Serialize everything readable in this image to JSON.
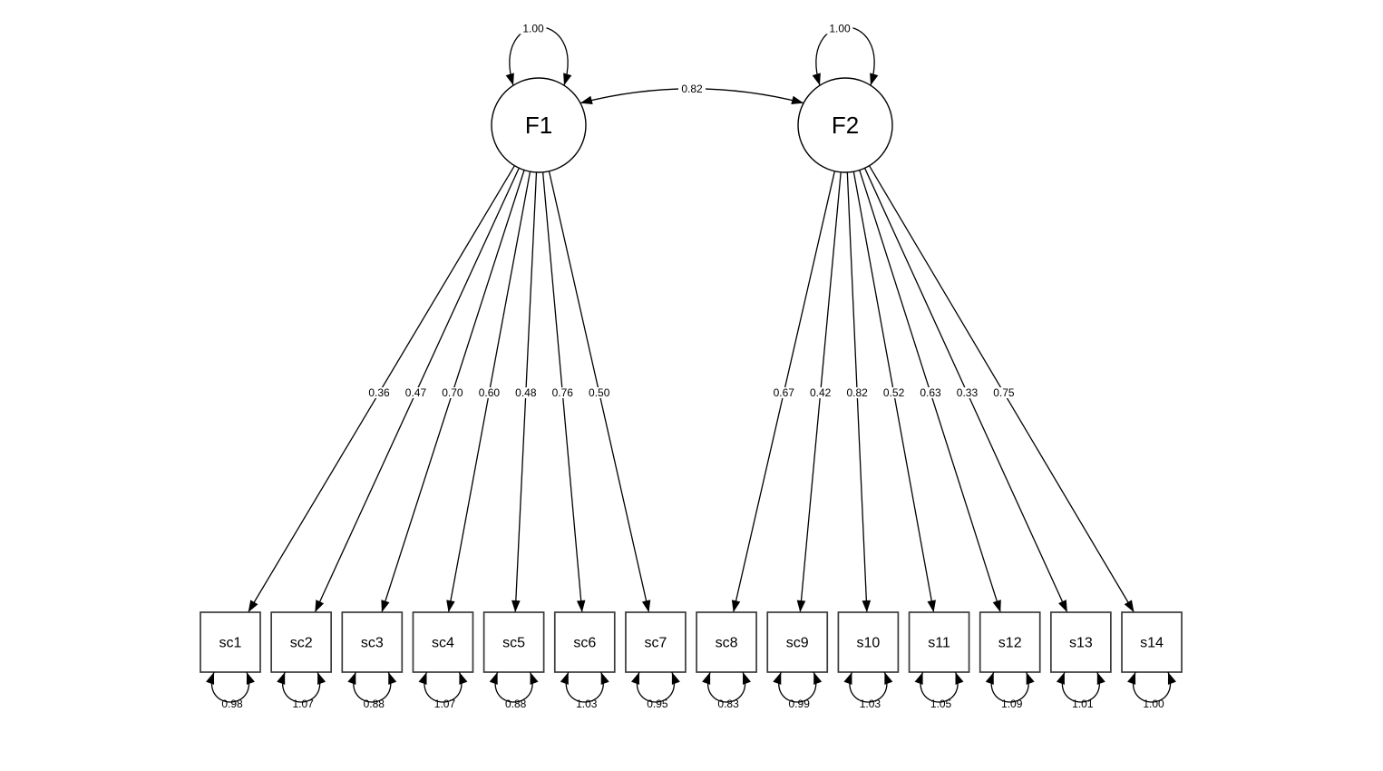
{
  "diagram": {
    "kind": "sem-path-diagram",
    "colors": {
      "background": "#ffffff",
      "edge_stroke": "#000000",
      "node_border": "#3a3a3a",
      "node_fill": "#ffffff",
      "text": "#000000"
    },
    "factors": [
      {
        "name": "F1",
        "variance": "1.00"
      },
      {
        "name": "F2",
        "variance": "1.00"
      }
    ],
    "covariance": {
      "from": "F1",
      "to": "F2",
      "value": "0.82"
    },
    "indicators": [
      {
        "name": "sc1",
        "factor": "F1",
        "loading": "0.36",
        "residual": "0.98"
      },
      {
        "name": "sc2",
        "factor": "F1",
        "loading": "0.47",
        "residual": "1.07"
      },
      {
        "name": "sc3",
        "factor": "F1",
        "loading": "0.70",
        "residual": "0.88"
      },
      {
        "name": "sc4",
        "factor": "F1",
        "loading": "0.60",
        "residual": "1.07"
      },
      {
        "name": "sc5",
        "factor": "F1",
        "loading": "0.48",
        "residual": "0.88"
      },
      {
        "name": "sc6",
        "factor": "F1",
        "loading": "0.76",
        "residual": "1.03"
      },
      {
        "name": "sc7",
        "factor": "F1",
        "loading": "0.50",
        "residual": "0.95"
      },
      {
        "name": "sc8",
        "factor": "F2",
        "loading": "0.67",
        "residual": "0.83"
      },
      {
        "name": "sc9",
        "factor": "F2",
        "loading": "0.42",
        "residual": "0.99"
      },
      {
        "name": "s10",
        "factor": "F2",
        "loading": "0.82",
        "residual": "1.03"
      },
      {
        "name": "s11",
        "factor": "F2",
        "loading": "0.52",
        "residual": "1.05"
      },
      {
        "name": "s12",
        "factor": "F2",
        "loading": "0.63",
        "residual": "1.09"
      },
      {
        "name": "s13",
        "factor": "F2",
        "loading": "0.33",
        "residual": "1.01"
      },
      {
        "name": "s14",
        "factor": "F2",
        "loading": "0.75",
        "residual": "1.00"
      }
    ]
  }
}
